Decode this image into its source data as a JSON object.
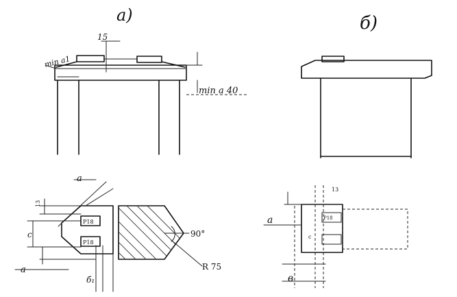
{
  "labels": {
    "view_a": "а)",
    "view_b": "б)",
    "dim_15": "15",
    "dim_min_a1": "min a1",
    "dim_min_a40": "min a 40",
    "dim_a_top": "a",
    "dim_c": "c",
    "dim_a_left": "a",
    "dim_b1": "б₁",
    "dim_90": "90°",
    "dim_r75": "R 75",
    "dim_13_left": "13",
    "dim_13_right": "13",
    "dim_a_right": "a",
    "dim_b_right": "в",
    "dim_c_right": "c",
    "insert_mark_1": "P18",
    "insert_mark_2": "P18",
    "insert_mark_3": "P18"
  }
}
